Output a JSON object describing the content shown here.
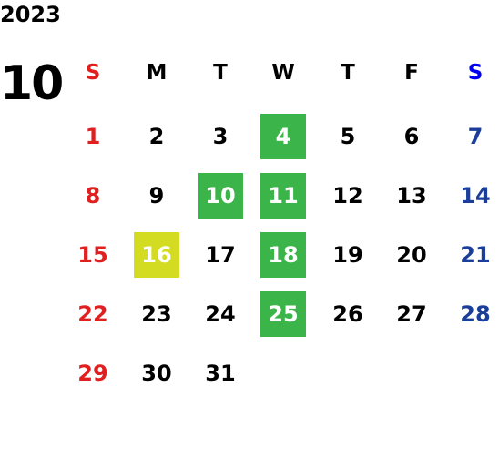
{
  "calendar": {
    "year": "2023",
    "month": "10",
    "weekdays": [
      "S",
      "M",
      "T",
      "W",
      "T",
      "F",
      "S"
    ],
    "weeks": [
      [
        null,
        "1",
        "2",
        "3",
        "4",
        "5",
        "6",
        "7"
      ],
      [
        "8",
        "9",
        "10",
        "11",
        "12",
        "13",
        "14"
      ],
      [
        "15",
        "16",
        "17",
        "18",
        "19",
        "20",
        "21"
      ],
      [
        "22",
        "23",
        "24",
        "25",
        "26",
        "27",
        "28"
      ],
      [
        "29",
        "30",
        "31"
      ]
    ],
    "highlight_green": [
      "4",
      "10",
      "11",
      "18",
      "25"
    ],
    "highlight_yellow": [
      "16"
    ],
    "colors": {
      "sunday": "#e02020",
      "saturday": "#1a3e9a",
      "saturday_header": "#0000ee",
      "green": "#3bb54a",
      "yellow": "#d4dc22"
    }
  }
}
